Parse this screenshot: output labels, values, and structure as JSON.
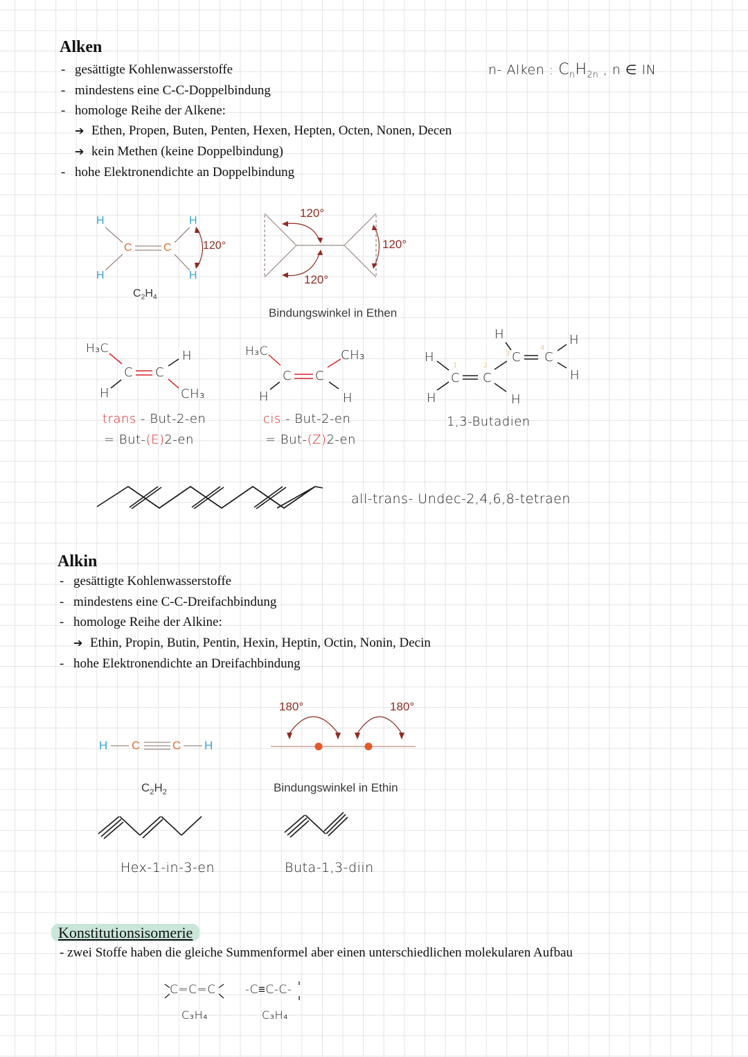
{
  "alken": {
    "title": "Alken",
    "bullets": [
      "gesättigte Kohlenwasserstoffe",
      "mindestens eine C-C-Doppelbindung",
      "homologe Reihe der Alkene:"
    ],
    "arrows": [
      "Ethen, Propen, Buten, Penten, Hexen, Hepten, Octen, Nonen, Decen",
      "kein Methen (keine Doppelbindung)"
    ],
    "last_bullet": "hohe Elektronendichte an Doppelbindung",
    "formula_note": {
      "prefix": "n- Alken : ",
      "C": "C",
      "n1": "n",
      "H": "H",
      "n2": "2n",
      "suffix": " , n ∈ IN"
    },
    "ethen": {
      "atom_h": "H",
      "atom_c": "C",
      "angle": "120°",
      "formula_C": "C",
      "formula_2": "2",
      "formula_H": "H",
      "formula_4": "4"
    },
    "bond_angles": {
      "top": "120°",
      "bottom": "120°",
      "right": "120°",
      "caption": "Bindungswinkel in Ethen"
    },
    "trans_butene": {
      "h3c": "H₃C",
      "h_top": "H",
      "c1": "C",
      "c2": "C",
      "h_bottom": "H",
      "ch3": "CH₃",
      "name_prefix": "trans",
      "name_rest": " - But-2-en",
      "alt_prefix": "= But-",
      "alt_mark": "(E)",
      "alt_rest": "2-en"
    },
    "cis_butene": {
      "h3c": "H₃C",
      "ch3": "CH₃",
      "c1": "C",
      "c2": "C",
      "h_left": "H",
      "h_right": "H",
      "name_prefix": "cis",
      "name_rest": " - But-2-en",
      "alt_prefix": "= But-",
      "alt_mark": "(Z)",
      "alt_rest": "2-en"
    },
    "butadiene": {
      "h": "H",
      "c": "C",
      "num1": "1",
      "num2": "2",
      "num3": "3",
      "num4": "4",
      "name": "1,3-Butadien"
    },
    "undecatetraene": {
      "name": "all-trans- Undec-2,4,6,8-tetraen"
    }
  },
  "alkin": {
    "title": "Alkin",
    "bullets": [
      "gesättigte Kohlenwasserstoffe",
      "mindestens eine C-C-Dreifachbindung",
      "homologe Reihe der Alkine:"
    ],
    "arrows": [
      "Ethin, Propin, Butin, Pentin, Hexin, Heptin, Octin, Nonin, Decin"
    ],
    "last_bullet": "hohe Elektronendichte an Dreifachbindung",
    "ethin": {
      "atom_h": "H",
      "atom_c": "C",
      "formula_C": "C",
      "formula_2a": "2",
      "formula_H": "H",
      "formula_2b": "2"
    },
    "bond_angles": {
      "left": "180°",
      "right": "180°",
      "caption": "Bindungswinkel in Ethin"
    },
    "hexinen": {
      "name": "Hex-1-in-3-en"
    },
    "butadiin": {
      "name": "Buta-1,3-diin"
    }
  },
  "konstitution": {
    "title": "Konstitutionsisomerie",
    "bullet": "- zwei Stoffe haben die gleiche Summenformel aber einen unterschiedlichen molekularen Aufbau",
    "allene": {
      "structure": "C=C=C",
      "formula": "C₃H₄"
    },
    "propyne": {
      "structure": "-C≡C-C-",
      "formula": "C₃H₄"
    }
  },
  "colors": {
    "hydrogen_blue": "#3aa6d0",
    "carbon_orange": "#d8703a",
    "angle_red": "#8e2d24",
    "bond_gray": "#9a8a85",
    "highlight_red": "#d6262b",
    "number_orange": "#e6a24a",
    "dot_orange": "#e2592a",
    "highlight_green": "#c9e6d9"
  }
}
